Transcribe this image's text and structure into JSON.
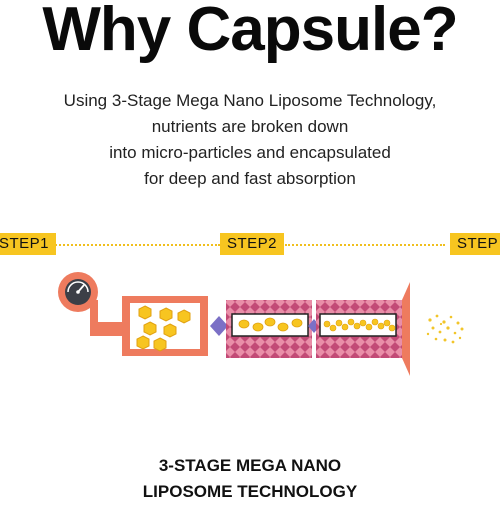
{
  "header": {
    "title": "Why Capsule?"
  },
  "description": {
    "lines": [
      "Using 3-Stage Mega Nano Liposome Technology,",
      "nutrients are broken down",
      "into micro-particles and encapsulated",
      "for deep and fast absorption"
    ]
  },
  "steps": [
    {
      "label": "STEP1"
    },
    {
      "label": "STEP2"
    },
    {
      "label": "STEP"
    }
  ],
  "footer": {
    "lines": [
      "3-STAGE MEGA NANO",
      "LIPOSOME TECHNOLOGY"
    ]
  },
  "colors": {
    "accent": "#f7c520",
    "machine": "#ee7b5e",
    "pattern": "#c8507a",
    "connector": "#7b70c6"
  },
  "icons": [
    "pressure-gauge-icon",
    "particle-chamber-icon",
    "nano-pipe-icon",
    "nanoparticle-spray-icon"
  ]
}
